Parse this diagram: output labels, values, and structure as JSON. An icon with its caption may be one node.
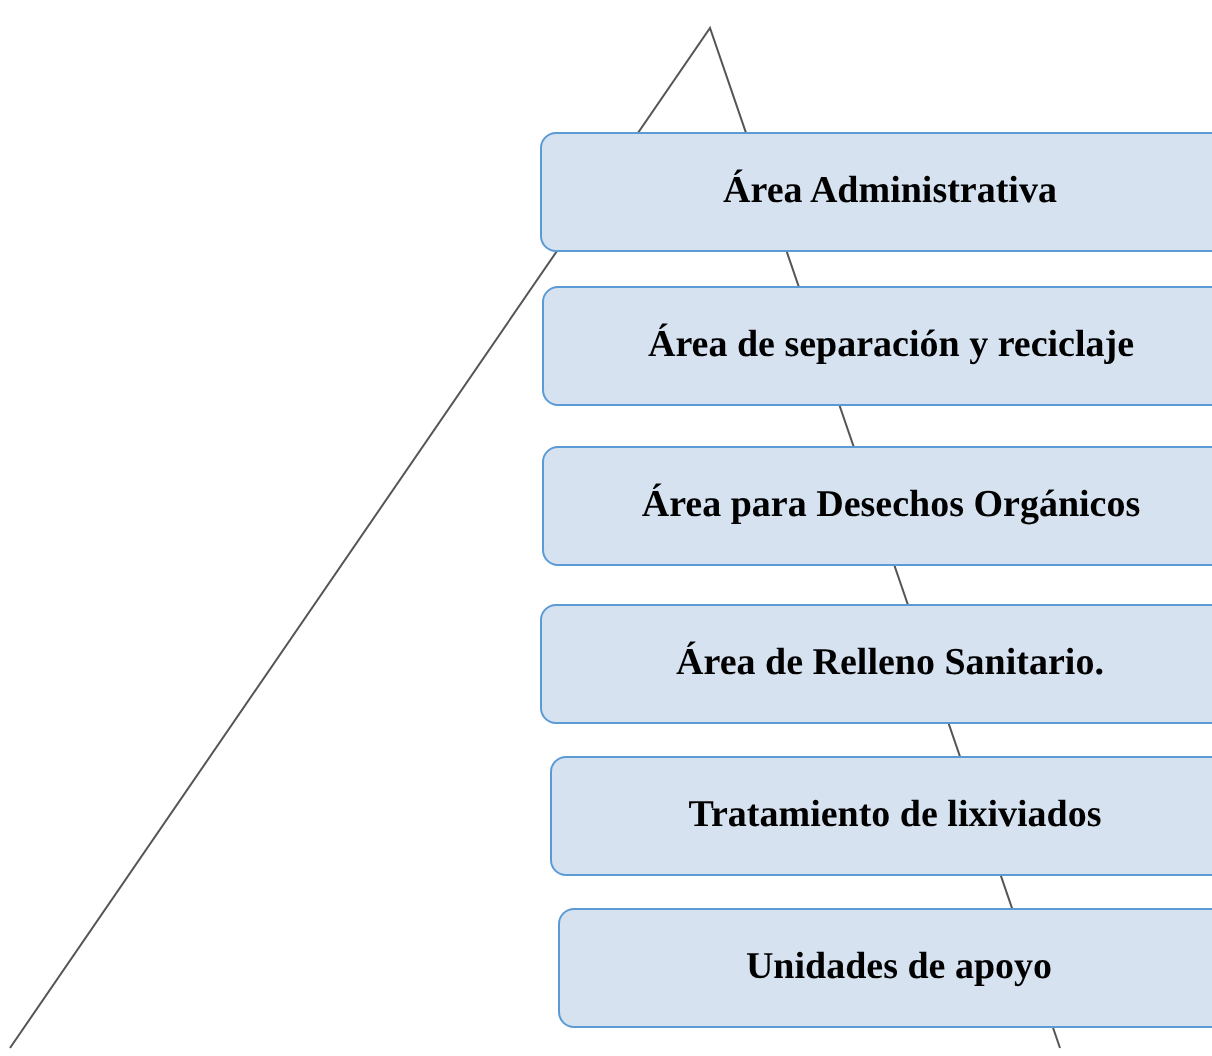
{
  "diagram": {
    "nodes": [
      {
        "text": [
          "Área Administrativa"
        ]
      },
      {
        "text": [
          "Área de separación y reciclaje"
        ]
      },
      {
        "text": [
          "Área para Desechos Orgánicos"
        ]
      },
      {
        "text": [
          "Área de Relleno Sanitario."
        ]
      },
      {
        "text": [
          "Tratamiento de lixiviados"
        ]
      },
      {
        "text": [
          "Unidades de apoyo"
        ]
      }
    ]
  }
}
